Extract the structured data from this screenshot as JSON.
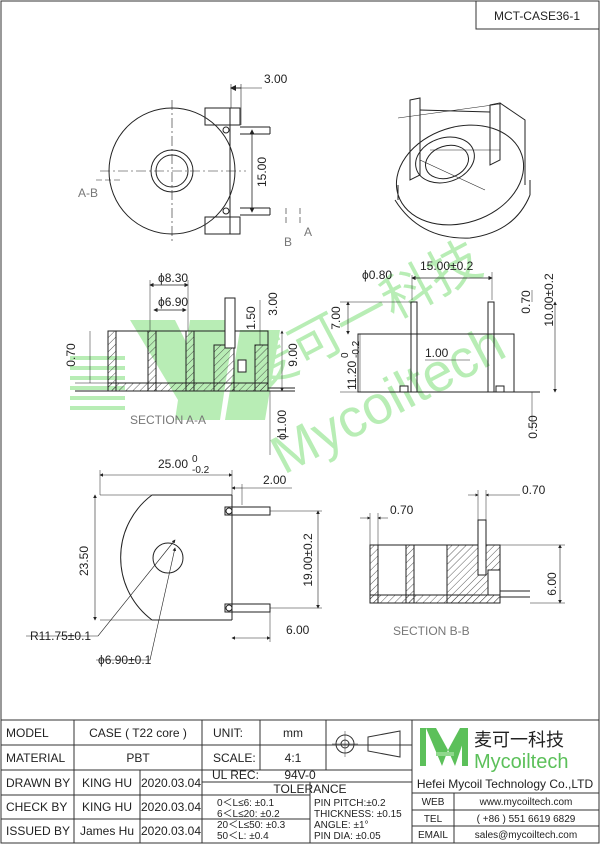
{
  "drawing_no": "MCT-CASE36-1",
  "watermark": {
    "cn": "麦可一科技",
    "en": "Mycoiltech"
  },
  "top_view": {
    "dim_width": "3.00",
    "dim_pitch": "15.00",
    "sec_ab": "A-B",
    "sec_b": "B",
    "sec_a": "A"
  },
  "section_aa": {
    "d_outer": "ϕ8.30",
    "d_inner": "ϕ6.90",
    "h_pin": "3.00",
    "h_step": "1.50",
    "h_body": "9.00",
    "wall": "0.70",
    "pin_d": "ϕ1.00",
    "title": "SECTION A-A"
  },
  "side_view": {
    "pin_d": "ϕ0.80",
    "pitch": "15.00±0.2",
    "pin_len": "7.00",
    "pin_top": "0.70",
    "height": "10.00±0.2",
    "body_h_base": "11.20",
    "body_h_tol": "0\n-0.2",
    "gap": "1.00",
    "bottom": "0.50"
  },
  "bottom_view": {
    "width_base": "25.00",
    "width_tol": "0\n-0.2",
    "height_base": "23.50",
    "pin_off": "2.00",
    "pin_pitch": "19.00±0.2",
    "pin_len": "6.00",
    "radius": "R11.75±0.1",
    "hole": "ϕ6.90±0.1"
  },
  "section_bb": {
    "wall_l": "0.70",
    "wall_r": "0.70",
    "height": "6.00",
    "title": "SECTION B-B"
  },
  "titleblock": {
    "model_label": "MODEL",
    "model_value": "CASE ( T22 core )",
    "unit_label": "UNIT:",
    "unit_value": "mm",
    "material_label": "MATERIAL",
    "material_value": "PBT",
    "scale_label": "SCALE:",
    "scale_value": "4:1",
    "drawn_label": "DRAWN BY",
    "drawn_name": "KING HU",
    "drawn_date": "2020.03.04",
    "ulrec_label": "UL REC:",
    "ulrec_value": "94V-0",
    "check_label": "CHECK BY",
    "check_name": "KING HU",
    "check_date": "2020.03.04",
    "tolerance_label": "TOLERANCE",
    "issued_label": "ISSUED BY",
    "issued_name": "James Hu",
    "issued_date": "2020.03.04",
    "tol_lines": [
      "0＜L≤6: ±0.1",
      "6＜L≤20: ±0.2",
      "20＜L≤50: ±0.3",
      "50＜L: ±0.4"
    ],
    "tol_right": [
      "PIN PITCH:±0.2",
      "THICKNESS: ±0.15",
      "ANGLE: ±1°",
      "PIN DIA: ±0.05"
    ],
    "company_cn": "麦可一科技",
    "company_en": "Mycoiltech",
    "company_full": "Hefei Mycoil Technology Co.,LTD",
    "web_label": "WEB",
    "web_value": "www.mycoiltech.com",
    "tel_label": "TEL",
    "tel_value": "( +86 ) 551 6619 6829",
    "email_label": "EMAIL",
    "email_value": "sales@mycoiltech.com"
  }
}
